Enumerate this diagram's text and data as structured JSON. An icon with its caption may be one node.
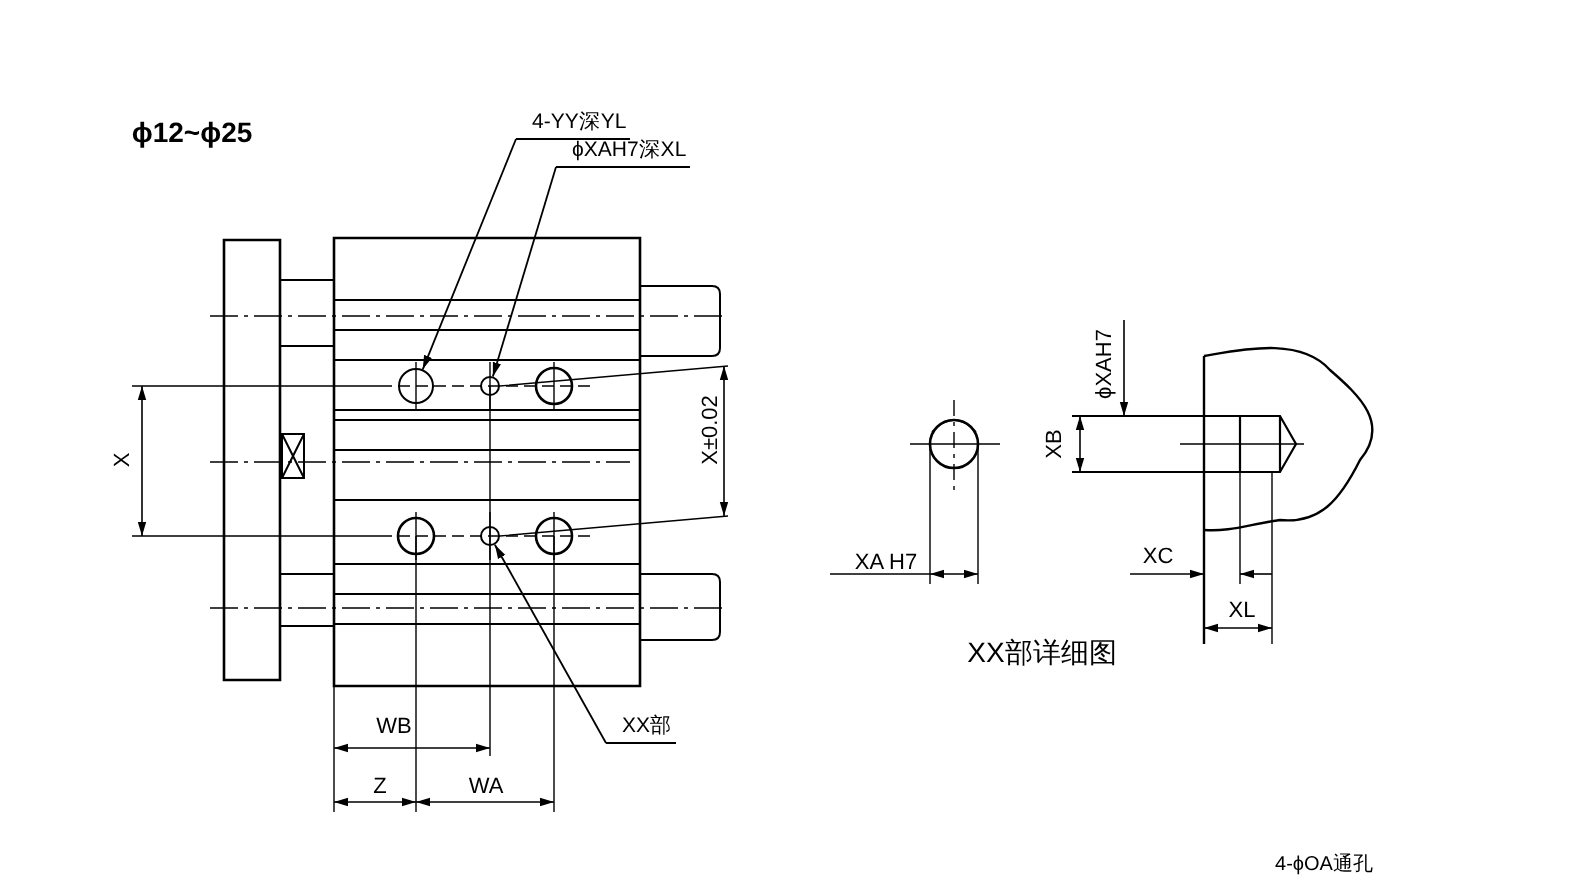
{
  "diagram": {
    "nodes": [
      {
        "text": [
          "4-YY深YL"
        ]
      },
      {
        "text": [
          "ϕXAH7深XL"
        ]
      },
      {
        "text": [
          "XX部"
        ]
      },
      {
        "text": [],
        "shape": "circle"
      },
      {
        "text": [],
        "shape": "circle"
      },
      {
        "text": [],
        "shape": "circle"
      }
    ],
    "edges": [
      {
        "from": 0,
        "to": 3,
        "arrow": "to"
      },
      {
        "from": 1,
        "to": 4,
        "arrow": "to"
      },
      {
        "from": 2,
        "to": 5,
        "arrow": "to"
      }
    ],
    "labels": [
      "ϕ12~ϕ25",
      "X",
      "X±0.02",
      "WB",
      "Z",
      "WA",
      "XA H7",
      "ϕXAH7",
      "XB",
      "XC",
      "XL",
      "XX部详细图",
      "4-ϕOA通孔"
    ]
  }
}
